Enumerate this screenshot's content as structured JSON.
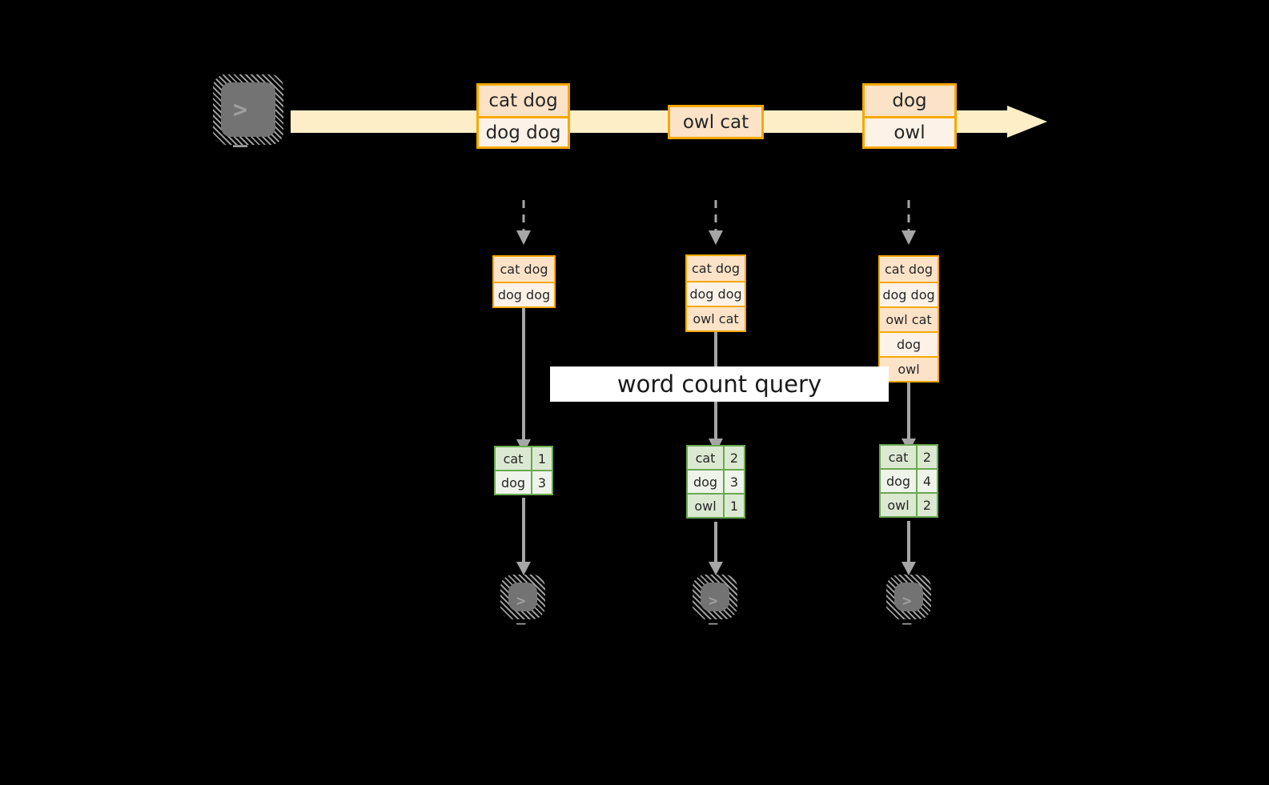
{
  "background_color": "#000000",
  "palette": {
    "stream_border": "#f5a800",
    "stream_fill_dark": "#fce3c8",
    "stream_fill_light": "#fdf2e7",
    "timeline_fill": "#fdeec8",
    "result_border": "#6aa84f",
    "result_fill_dark": "#dce9d2",
    "result_fill_light": "#eef4ea",
    "arrow_gray": "#a6a6a6",
    "terminal_gray": "#737373",
    "banner_bg": "#ffffff",
    "text": "#262626"
  },
  "banner": {
    "label": "word count query"
  },
  "source": {
    "icon": "terminal-icon",
    "prompt_glyph": "> _"
  },
  "timeline": {
    "direction": "left-to-right",
    "events": [
      {
        "id": "event-1",
        "lines": [
          {
            "text": "cat dog",
            "tone": "dark"
          },
          {
            "text": "dog dog",
            "tone": "light"
          }
        ]
      },
      {
        "id": "event-2",
        "lines": [
          {
            "text": "owl cat",
            "tone": "dark"
          }
        ]
      },
      {
        "id": "event-3",
        "lines": [
          {
            "text": "dog",
            "tone": "dark"
          },
          {
            "text": "owl",
            "tone": "light"
          }
        ]
      }
    ]
  },
  "snapshots": [
    {
      "id": "snapshot-1",
      "stack": [
        {
          "text": "cat dog",
          "tone": "dark"
        },
        {
          "text": "dog dog",
          "tone": "light"
        }
      ],
      "result": {
        "rows": [
          {
            "word": "cat",
            "count": "1",
            "tone": "dark"
          },
          {
            "word": "dog",
            "count": "3",
            "tone": "light"
          }
        ]
      },
      "sink": {
        "icon": "terminal-icon",
        "prompt_glyph": "> _"
      }
    },
    {
      "id": "snapshot-2",
      "stack": [
        {
          "text": "cat dog",
          "tone": "dark"
        },
        {
          "text": "dog dog",
          "tone": "light"
        },
        {
          "text": "owl cat",
          "tone": "dark"
        }
      ],
      "result": {
        "rows": [
          {
            "word": "cat",
            "count": "2",
            "tone": "dark"
          },
          {
            "word": "dog",
            "count": "3",
            "tone": "light"
          },
          {
            "word": "owl",
            "count": "1",
            "tone": "dark"
          }
        ]
      },
      "sink": {
        "icon": "terminal-icon",
        "prompt_glyph": "> _"
      }
    },
    {
      "id": "snapshot-3",
      "stack": [
        {
          "text": "cat dog",
          "tone": "dark"
        },
        {
          "text": "dog dog",
          "tone": "light"
        },
        {
          "text": "owl cat",
          "tone": "dark"
        },
        {
          "text": "dog",
          "tone": "light"
        },
        {
          "text": "owl",
          "tone": "dark"
        }
      ],
      "result": {
        "rows": [
          {
            "word": "cat",
            "count": "2",
            "tone": "dark"
          },
          {
            "word": "dog",
            "count": "4",
            "tone": "light"
          },
          {
            "word": "owl",
            "count": "2",
            "tone": "dark"
          }
        ]
      },
      "sink": {
        "icon": "terminal-icon",
        "prompt_glyph": "> _"
      }
    }
  ]
}
